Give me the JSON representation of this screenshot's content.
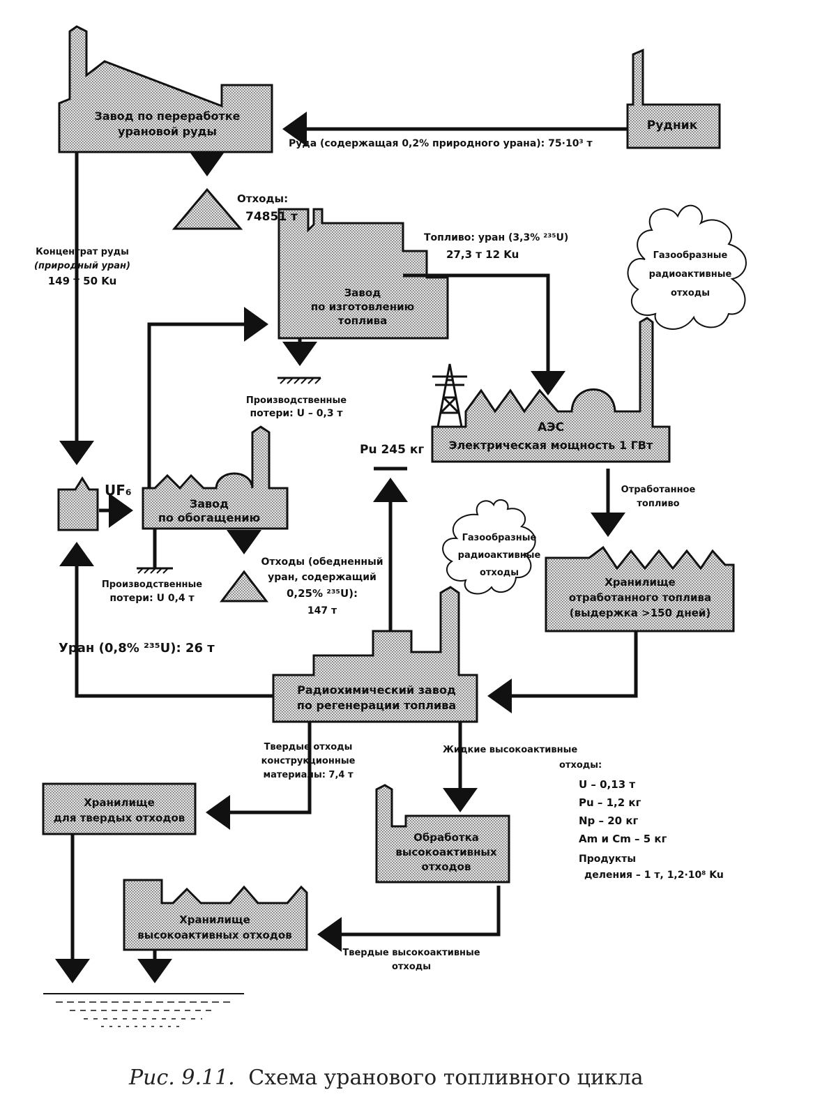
{
  "facilities": {
    "ore_plant": [
      "Завод по переработке",
      "урановой руды"
    ],
    "mine": "Рудник",
    "fuel_plant": [
      "Завод",
      "по изготовлению",
      "топлива"
    ],
    "npp": [
      "АЭС",
      "Электрическая мощность 1 ГВт"
    ],
    "enrichment": [
      "Завод",
      "по обогащению"
    ],
    "spent_storage": [
      "Хранилище",
      "отработанного топлива",
      "(выдержка >150 дней)"
    ],
    "radiochem": [
      "Радиохимический завод",
      "по регенерации топлива"
    ],
    "solid_storage": [
      "Хранилище",
      "для твердых отходов"
    ],
    "hl_processing": [
      "Обработка",
      "высокоактивных",
      "отходов"
    ],
    "hl_storage": [
      "Хранилище",
      "высокоактивных отходов"
    ]
  },
  "labels": {
    "ore": "Руда (содержащая 0,2% природного урана): 75·10³ т",
    "tailings": [
      "Отходы:",
      "74851 т"
    ],
    "concentrate": [
      "Концентрат руды",
      "(природный уран)",
      "149 т 50 Ku"
    ],
    "fuel": [
      "Топливо: уран (3,3% ²³⁵U)",
      "27,3 т 12 Ku"
    ],
    "gas_waste_top": [
      "Газообразные",
      "радиоактивные",
      "отходы"
    ],
    "fuel_plant_losses": [
      "Производственные",
      "потери: U – 0,3 т"
    ],
    "pu": "Pu 245 кг",
    "uf6": "UF₆",
    "spent_fuel": [
      "Отработанное",
      "топливо"
    ],
    "gas_waste_mid": [
      "Газообразные",
      "радиоактивные",
      "отходы"
    ],
    "depleted": [
      "Отходы (обедненный",
      "уран, содержащий",
      "0,25% ²³⁵U):",
      "147 т"
    ],
    "enrich_losses": [
      "Производственные",
      "потери: U 0,4 т"
    ],
    "uranium_return": "Уран (0,8% ²³⁵U): 26 т",
    "solid_waste": [
      "Твердые отходы",
      "конструкционные",
      "материалы: 7,4 т"
    ],
    "liquid_waste": [
      "Жидкие высокоактивные",
      "отходы:"
    ],
    "liquid_list": [
      "U – 0,13 т",
      "Pu – 1,2 кг",
      "Np – 20 кг",
      "Am и Cm – 5 кг",
      "Продукты",
      "деления – 1 т, 1,2·10⁸ Ku"
    ],
    "solid_hl": [
      "Твердые высокоактивные",
      "отходы"
    ]
  },
  "caption": {
    "prefix": "Рис. 9.11.",
    "text": "Схема уранового топливного цикла"
  }
}
